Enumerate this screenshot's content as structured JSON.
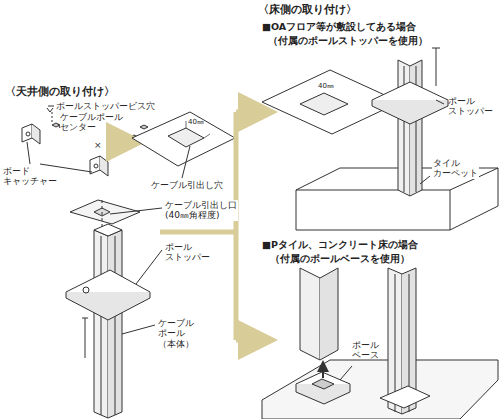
{
  "diagram": {
    "labels": [
      "〈天井側の取り付け〉",
      "ボールストッパービス穴",
      "ケーブルポール センター",
      "40㎜",
      "ボード キャッチャー",
      "ケーブル引出し穴",
      "ケーブル引出し口 (40㎜角程度)",
      "ポール ストッパー",
      "ケーブル ポール（本体）",
      "〈床側の取り付け〉",
      "■OAフロア等が敷設してある場合",
      "（付属のポールストッパーを使用）",
      "40㎜",
      "ポール ストッパー",
      "タイル カーペット",
      "■Pタイル、コンクリート床の場合",
      "（付属のポールベースを使用）",
      "ポール ベース"
    ]
  }
}
